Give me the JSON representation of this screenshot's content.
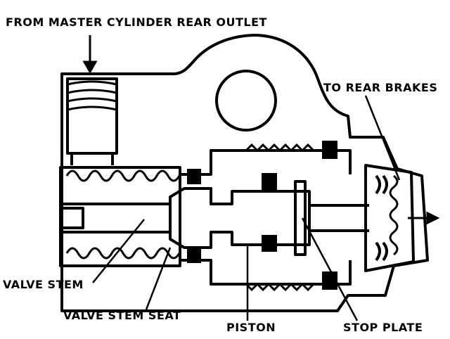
{
  "labels": {
    "from_master": "FROM MASTER CYLINDER REAR OUTLET",
    "to_rear": "TO REAR BRAKES",
    "valve_stem": "VALVE STEM",
    "valve_stem_seat": "VALVE STEM SEAT",
    "piston": "PISTON",
    "stop_plate": "STOP PLATE"
  },
  "colors": {
    "ink": "#000000",
    "paper": "#ffffff"
  }
}
